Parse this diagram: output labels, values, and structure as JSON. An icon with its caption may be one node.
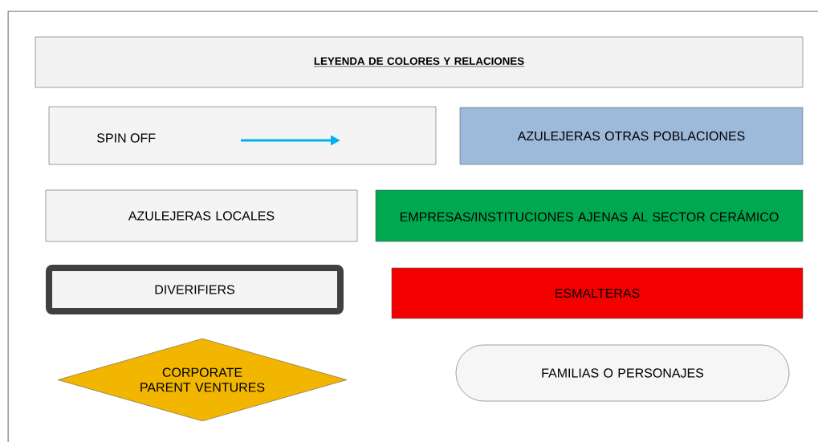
{
  "diagram": {
    "nodes": [
      {
        "text": [
          "LEYENDA DE COLORES Y RELACIONES"
        ]
      },
      {
        "text": [
          "SPIN OFF"
        ]
      },
      {
        "text": [
          "AZULEJERAS OTRAS POBLACIONES"
        ]
      },
      {
        "text": [
          "AZULEJERAS LOCALES"
        ]
      },
      {
        "text": [
          "EMPRESAS/INSTITUCIONES AJENAS AL SECTOR CERÁMICO"
        ]
      },
      {
        "text": [
          "DIVERIFIERS"
        ]
      },
      {
        "text": [
          "ESMALTERAS"
        ]
      },
      {
        "text": [
          "CORPORATE PARENT VENTURES"
        ]
      },
      {
        "text": [
          "FAMILIAS O PERSONAJES"
        ]
      }
    ]
  }
}
